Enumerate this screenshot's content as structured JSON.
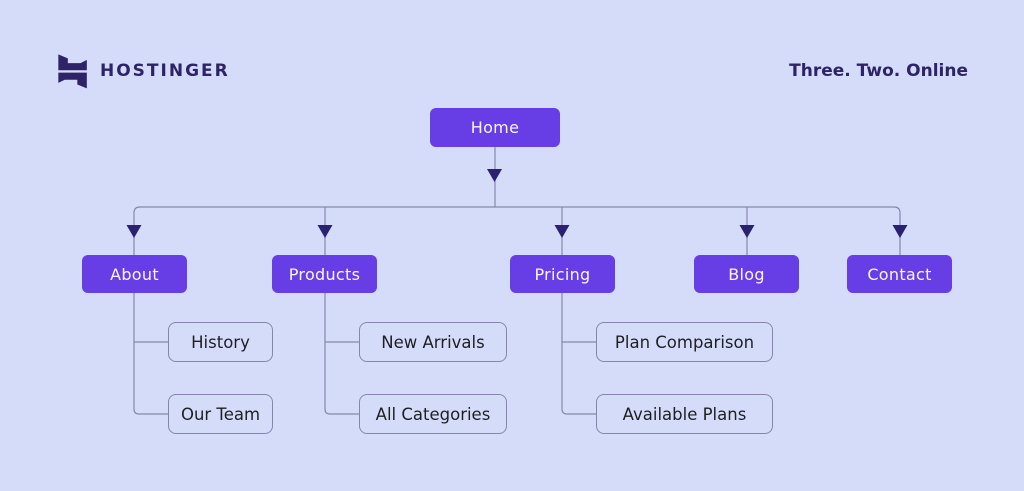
{
  "colors": {
    "background": "#D4DCFA",
    "brand_purple": "#673DE6",
    "dark_navy": "#2F2368",
    "connector_line": "#8785AE",
    "arrow": "#2B2170",
    "node_text": "#F8F6FF",
    "leaf_text": "#1F1F23",
    "leaf_border": "#8785AE"
  },
  "header": {
    "logo_text": "HOSTINGER",
    "logo_icon": "hostinger-h-logo",
    "tagline": "Three. Two. Online"
  },
  "sitemap": {
    "root": {
      "label": "Home"
    },
    "branches": [
      {
        "label": "About",
        "children": [
          "History",
          "Our Team"
        ]
      },
      {
        "label": "Products",
        "children": [
          "New Arrivals",
          "All Categories"
        ]
      },
      {
        "label": "Pricing",
        "children": [
          "Plan Comparison",
          "Available Plans"
        ]
      },
      {
        "label": "Blog",
        "children": []
      },
      {
        "label": "Contact",
        "children": []
      }
    ]
  }
}
